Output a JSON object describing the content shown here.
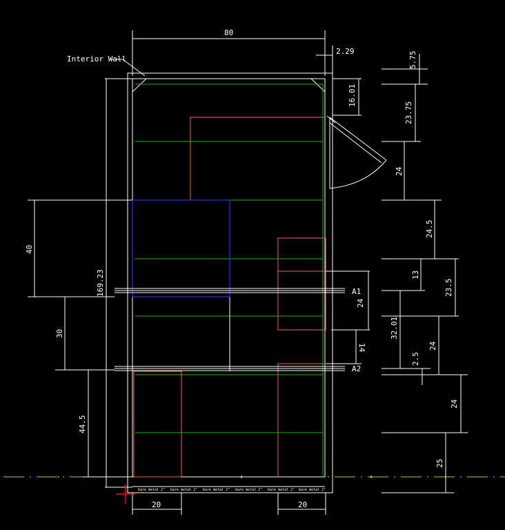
{
  "drawing": {
    "annotations": {
      "interior_wall": "Interior Wall",
      "section_a1": "A1",
      "section_a2": "A2",
      "bare_metal": "bare metal 2\""
    },
    "dimensions": {
      "top_width": "80",
      "top_offset": "2.29",
      "total_height": "169.23",
      "left_40": "40",
      "left_30": "30",
      "left_445": "44.5",
      "bottom_left_20": "20",
      "bottom_right_20": "20",
      "right_1601": "16.01",
      "inner_24": "24",
      "inner_14": "14",
      "far_575": "5.75",
      "far_2375": "23.75",
      "far_24a": "24",
      "far_245": "24.5",
      "far_13": "13",
      "far_235": "23.5",
      "far_3201": "32.01",
      "far_24b": "24",
      "far_25": "2.5",
      "far_24c": "24",
      "far_25b": "25"
    },
    "colors": {
      "background": "#000000",
      "wall": "#ffffff",
      "grid_line": "#00c000",
      "fixture": "#ff6040",
      "highlight": "#2030ff",
      "centerline": "#c8c820",
      "cursor": "#ff0000"
    }
  }
}
